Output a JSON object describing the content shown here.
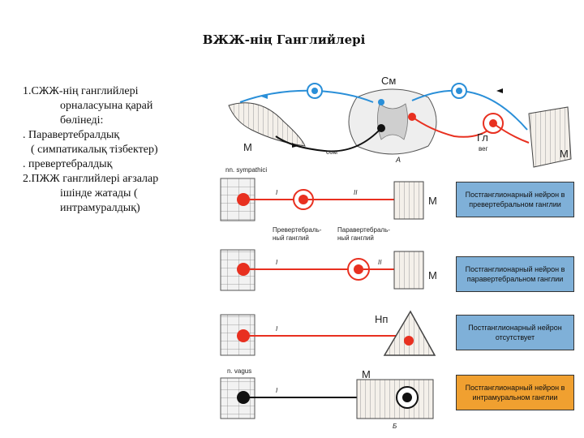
{
  "title": "ВЖЖ-нің Ганглийлері",
  "text": {
    "line1": "1.СЖЖ-нің ганглийлері",
    "line2": "орналасуына қарай",
    "line3": "бөлінеді:",
    "line4": ". Паравертебралдық",
    "line5": "( симпатикалық тізбектер)",
    "line6": ". превертебралдық",
    "line7": "2.ПЖЖ ганглийлері ағзалар",
    "line8": "ішінде жатады (",
    "line9": "интрамуралдық)"
  },
  "diagram": {
    "label_cm": "См",
    "label_gl": "Гл",
    "label_m_left": "М",
    "label_m_right": "М",
    "label_som": "сом",
    "label_veg": "вег",
    "label_a": "А",
    "label_i": "I",
    "label_ii": "II",
    "label_np": "Нп",
    "label_b": "Б",
    "nn_symp": "nn. sympathici",
    "n_vagus": "n. vagus",
    "prevert_label": "Превертебраль-\nный ганглий",
    "paravert_label": "Паравертебраль-\nный ганглий",
    "row_m": "М"
  },
  "boxes": [
    "Постганглионарный нейрон в превертебральном ганглии",
    "Постганглионарный нейрон в паравертебральном ганглии",
    "Постганглионарный нейрон отсутствует",
    "Постганглионарный нейрон в интрамуральном ганглии"
  ],
  "colors": {
    "blue": "#2a8fd8",
    "red": "#e83020",
    "black": "#111111",
    "box_blue": "#7fb0d8",
    "box_orange": "#f0a030"
  }
}
